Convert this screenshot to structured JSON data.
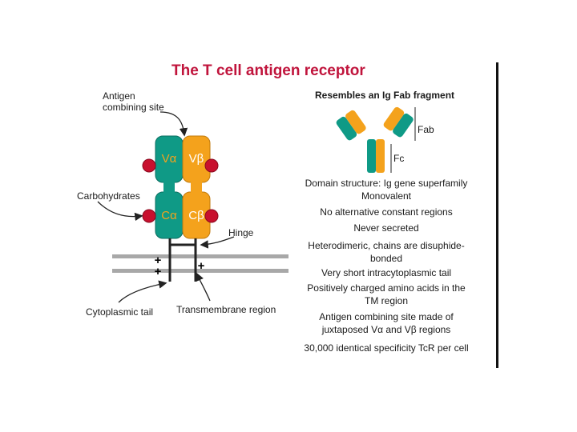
{
  "title": "The T cell antigen receptor",
  "left_labels": {
    "antigen_site": [
      "Antigen",
      "combining site"
    ],
    "carbohydrates": "Carbohydrates",
    "hinge": "Hinge",
    "cytoplasmic_tail": "Cytoplasmic tail",
    "transmembrane_region": "Transmembrane region"
  },
  "domains": {
    "v_alpha": "Vα",
    "v_beta": "Vβ",
    "c_alpha": "Cα",
    "c_beta": "Cβ",
    "plus": "+"
  },
  "fab_figure": {
    "heading": "Resembles an Ig Fab fragment",
    "fab_label": "Fab",
    "fc_label": "Fc"
  },
  "features": [
    "Domain structure: Ig gene superfamily",
    "Monovalent",
    "No alternative constant regions",
    "Never secreted",
    "Heterodimeric, chains are disuphide-",
    "bonded",
    "Very short intracytoplasmic tail",
    "Positively charged amino acids in the",
    "TM region",
    "Antigen combining site made of",
    "juxtaposed Vα and Vβ regions",
    "30,000 identical specificity TcR per cell"
  ],
  "colors": {
    "title": "#c0143c",
    "alpha_chain": "#0f9a86",
    "beta_chain": "#f4a21c",
    "carbohydrate": "#c8102e",
    "membrane": "#a8a8a8"
  }
}
